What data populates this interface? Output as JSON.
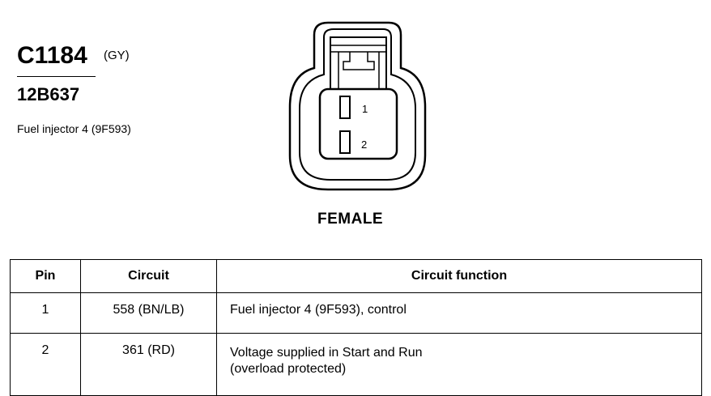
{
  "connector": {
    "code": "C1184",
    "color": "(GY)",
    "part_number": "12B637",
    "description": "Fuel injector 4 (9F593)",
    "gender": "FEMALE"
  },
  "diagram": {
    "pin_labels": [
      "1",
      "2"
    ]
  },
  "table": {
    "headers": [
      "Pin",
      "Circuit",
      "Circuit function"
    ],
    "rows": [
      {
        "pin": "1",
        "circuit": "558 (BN/LB)",
        "function_lines": [
          "Fuel injector 4 (9F593), control"
        ]
      },
      {
        "pin": "2",
        "circuit": "361 (RD)",
        "function_lines": [
          "Voltage supplied in Start and Run",
          "(overload protected)"
        ]
      }
    ]
  }
}
